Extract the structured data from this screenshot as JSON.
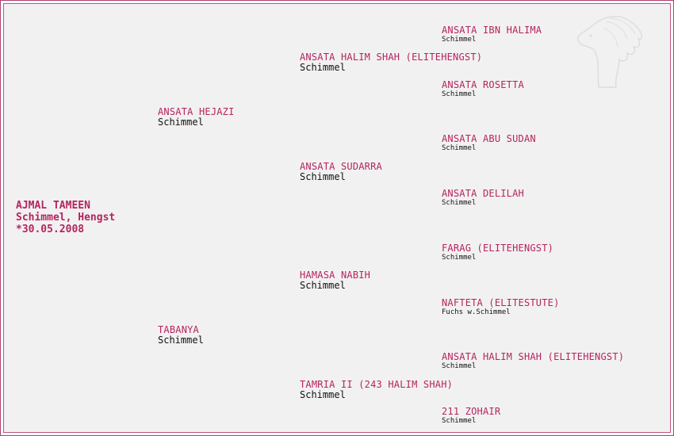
{
  "subject": {
    "name": "AJMAL TAMEEN",
    "color_sex": "Schimmel, Hengst",
    "birth": "*30.05.2008"
  },
  "sire": {
    "name": "ANSATA HEJAZI",
    "color": "Schimmel"
  },
  "dam": {
    "name": "TABANYA",
    "color": "Schimmel"
  },
  "sire_sire": {
    "name": "ANSATA HALIM SHAH (ELITEHENGST)",
    "color": "Schimmel"
  },
  "sire_dam": {
    "name": "ANSATA SUDARRA",
    "color": "Schimmel"
  },
  "dam_sire": {
    "name": "HAMASA NABIH",
    "color": "Schimmel"
  },
  "dam_dam": {
    "name": "TAMRIA II (243 HALIM SHAH)",
    "color": "Schimmel"
  },
  "gen3": [
    {
      "name": "ANSATA IBN HALIMA",
      "color": "Schimmel"
    },
    {
      "name": "ANSATA ROSETTA",
      "color": "Schimmel"
    },
    {
      "name": "ANSATA ABU SUDAN",
      "color": "Schimmel"
    },
    {
      "name": "ANSATA DELILAH",
      "color": "Schimmel"
    },
    {
      "name": "FARAG (ELITEHENGST)",
      "color": "Schimmel"
    },
    {
      "name": "NAFTETA (ELITESTUTE)",
      "color": "Fuchs w.Schimmel"
    },
    {
      "name": "ANSATA HALIM SHAH (ELITEHENGST)",
      "color": "Schimmel"
    },
    {
      "name": "211 ZOHAIR",
      "color": "Schimmel"
    }
  ],
  "logo": {
    "icon": "horse-head-icon",
    "color": "#c8c8c8"
  }
}
